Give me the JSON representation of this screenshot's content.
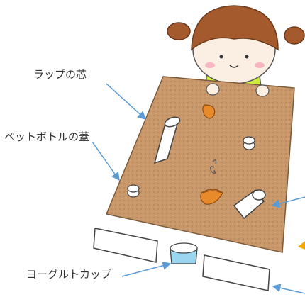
{
  "labels": {
    "wrap_core": "ラップの芯",
    "bottle_cap": "ペットボトルの蓋",
    "yogurt_cup": "ヨーグルトカップ"
  },
  "colors": {
    "board": "#c9986a",
    "hair": "#a45a2c",
    "shirt": "#cfee3c",
    "cup": "#9ad6ef",
    "acorn": "#e88a2a",
    "arrow": "#5b9bd5",
    "accent_triangle": "#f6a800"
  }
}
